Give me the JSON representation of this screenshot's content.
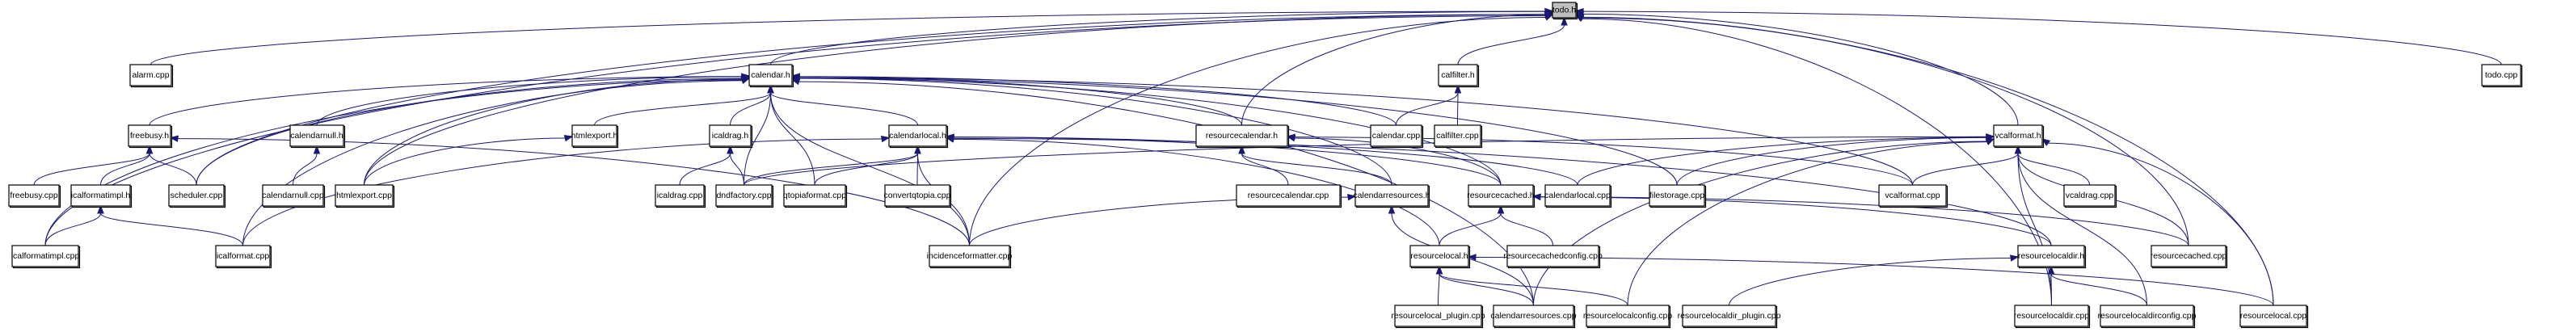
{
  "diagram": {
    "type": "include-dependency-graph",
    "title": "todo.h",
    "colors": {
      "edge": "#191970",
      "focus_fill": "#bfbfbf",
      "node_fill": "#ffffff",
      "node_border": "#000000"
    },
    "nodes": [
      {
        "id": "todo_h",
        "label": "todo.h",
        "focus": true
      },
      {
        "id": "alarm_cpp",
        "label": "alarm.cpp"
      },
      {
        "id": "calendar_h",
        "label": "calendar.h"
      },
      {
        "id": "calfilter_h",
        "label": "calfilter.h"
      },
      {
        "id": "todo_cpp",
        "label": "todo.cpp"
      },
      {
        "id": "freebusy_h",
        "label": "freebusy.h"
      },
      {
        "id": "calendarnull_h",
        "label": "calendarnull.h"
      },
      {
        "id": "htmlexport_h",
        "label": "htmlexport.h"
      },
      {
        "id": "icaldrag_h",
        "label": "icaldrag.h"
      },
      {
        "id": "calendarlocal_h",
        "label": "calendarlocal.h"
      },
      {
        "id": "resourcecalendar_h",
        "label": "resourcecalendar.h"
      },
      {
        "id": "calendar_cpp",
        "label": "calendar.cpp"
      },
      {
        "id": "calfilter_cpp",
        "label": "calfilter.cpp"
      },
      {
        "id": "vcalformat_h",
        "label": "vcalformat.h"
      },
      {
        "id": "freebusy_cpp",
        "label": "freebusy.cpp"
      },
      {
        "id": "icalformatimpl_h",
        "label": "icalformatimpl.h"
      },
      {
        "id": "scheduler_cpp",
        "label": "scheduler.cpp"
      },
      {
        "id": "calendarnull_cpp",
        "label": "calendarnull.cpp"
      },
      {
        "id": "htmlexport_cpp",
        "label": "htmlexport.cpp"
      },
      {
        "id": "icaldrag_cpp",
        "label": "icaldrag.cpp"
      },
      {
        "id": "dndfactory_cpp",
        "label": "dndfactory.cpp"
      },
      {
        "id": "qtopiaformat_cpp",
        "label": "qtopiaformat.cpp"
      },
      {
        "id": "convertqtopia_cpp",
        "label": "convertqtopia.cpp"
      },
      {
        "id": "resourcecalendar_cpp",
        "label": "resourcecalendar.cpp"
      },
      {
        "id": "calendarresources_h",
        "label": "calendarresources.h"
      },
      {
        "id": "resourcecached_h",
        "label": "resourcecached.h"
      },
      {
        "id": "calendarlocal_cpp",
        "label": "calendarlocal.cpp"
      },
      {
        "id": "filestorage_cpp",
        "label": "filestorage.cpp"
      },
      {
        "id": "vcalformat_cpp",
        "label": "vcalformat.cpp"
      },
      {
        "id": "vcaldrag_cpp",
        "label": "vcaldrag.cpp"
      },
      {
        "id": "icalformatimpl_cpp",
        "label": "icalformatimpl.cpp"
      },
      {
        "id": "icalformat_cpp",
        "label": "icalformat.cpp"
      },
      {
        "id": "incidenceformatter_cpp",
        "label": "incidenceformatter.cpp"
      },
      {
        "id": "resourcelocal_h",
        "label": "resourcelocal.h"
      },
      {
        "id": "resourcecachedconfig_cpp",
        "label": "resourcecachedconfig.cpp"
      },
      {
        "id": "resourcelocaldir_h",
        "label": "resourcelocaldir.h"
      },
      {
        "id": "resourcecached_cpp",
        "label": "resourcecached.cpp"
      },
      {
        "id": "resourcelocal_plugin_cpp",
        "label": "resourcelocal_plugin.cpp"
      },
      {
        "id": "calendarresources_cpp",
        "label": "calendarresources.cpp"
      },
      {
        "id": "resourcelocalconfig_cpp",
        "label": "resourcelocalconfig.cpp"
      },
      {
        "id": "resourcelocaldir_plugin_cpp",
        "label": "resourcelocaldir_plugin.cpp"
      },
      {
        "id": "resourcelocaldir_cpp",
        "label": "resourcelocaldir.cpp"
      },
      {
        "id": "resourcelocaldirconfig_cpp",
        "label": "resourcelocaldirconfig.cpp"
      },
      {
        "id": "resourcelocal_cpp",
        "label": "resourcelocal.cpp"
      }
    ],
    "edges": [
      [
        "alarm_cpp",
        "todo_h"
      ],
      [
        "calendar_h",
        "todo_h"
      ],
      [
        "calfilter_h",
        "todo_h"
      ],
      [
        "todo_cpp",
        "todo_h"
      ],
      [
        "vcalformat_h",
        "todo_h"
      ],
      [
        "resourcecalendar_h",
        "todo_h"
      ],
      [
        "scheduler_cpp",
        "todo_h"
      ],
      [
        "htmlexport_cpp",
        "todo_h"
      ],
      [
        "icalformatimpl_cpp",
        "todo_h"
      ],
      [
        "incidenceformatter_cpp",
        "todo_h"
      ],
      [
        "resourcecached_cpp",
        "todo_h"
      ],
      [
        "resourcelocaldir_cpp",
        "todo_h"
      ],
      [
        "resourcelocal_cpp",
        "todo_h"
      ],
      [
        "freebusy_h",
        "calendar_h"
      ],
      [
        "calendarnull_h",
        "calendar_h"
      ],
      [
        "htmlexport_h",
        "calendar_h"
      ],
      [
        "icaldrag_h",
        "calendar_h"
      ],
      [
        "calendarlocal_h",
        "calendar_h"
      ],
      [
        "resourcecalendar_h",
        "calendar_h"
      ],
      [
        "calendar_cpp",
        "calendar_h"
      ],
      [
        "scheduler_cpp",
        "calendar_h"
      ],
      [
        "htmlexport_cpp",
        "calendar_h"
      ],
      [
        "dndfactory_cpp",
        "calendar_h"
      ],
      [
        "qtopiaformat_cpp",
        "calendar_h"
      ],
      [
        "icalformat_cpp",
        "calendar_h"
      ],
      [
        "incidenceformatter_cpp",
        "calendar_h"
      ],
      [
        "calendarresources_h",
        "calendar_h"
      ],
      [
        "resourcecached_h",
        "calendar_h"
      ],
      [
        "filestorage_cpp",
        "calendar_h"
      ],
      [
        "vcalformat_cpp",
        "calendar_h"
      ],
      [
        "icalformatimpl_cpp",
        "calendar_h"
      ],
      [
        "calendarresources_cpp",
        "calendar_h"
      ],
      [
        "calendar_cpp",
        "calfilter_h"
      ],
      [
        "calfilter_cpp",
        "calfilter_h"
      ],
      [
        "freebusy_cpp",
        "freebusy_h"
      ],
      [
        "icalformatimpl_h",
        "freebusy_h"
      ],
      [
        "scheduler_cpp",
        "freebusy_h"
      ],
      [
        "incidenceformatter_cpp",
        "freebusy_h"
      ],
      [
        "calendarnull_cpp",
        "calendarnull_h"
      ],
      [
        "htmlexport_cpp",
        "htmlexport_h"
      ],
      [
        "icaldrag_cpp",
        "icaldrag_h"
      ],
      [
        "dndfactory_cpp",
        "icaldrag_h"
      ],
      [
        "icalformatimpl_cpp",
        "icalformatimpl_h"
      ],
      [
        "icalformat_cpp",
        "icalformatimpl_h"
      ],
      [
        "dndfactory_cpp",
        "calendarlocal_h"
      ],
      [
        "qtopiaformat_cpp",
        "calendarlocal_h"
      ],
      [
        "convertqtopia_cpp",
        "calendarlocal_h"
      ],
      [
        "icalformat_cpp",
        "calendarlocal_h"
      ],
      [
        "incidenceformatter_cpp",
        "calendarlocal_h"
      ],
      [
        "calendarlocal_cpp",
        "calendarlocal_h"
      ],
      [
        "resourcelocal_h",
        "calendarlocal_h"
      ],
      [
        "resourcecached_h",
        "calendarlocal_h"
      ],
      [
        "resourcelocaldir_h",
        "calendarlocal_h"
      ],
      [
        "resourcecalendar_cpp",
        "resourcecalendar_h"
      ],
      [
        "calendarresources_h",
        "resourcecalendar_h"
      ],
      [
        "resourcecached_h",
        "resourcecalendar_h"
      ],
      [
        "vcalformat_cpp",
        "resourcecalendar_h"
      ],
      [
        "incidenceformatter_cpp",
        "calendarresources_h"
      ],
      [
        "calendarresources_cpp",
        "calendarresources_h"
      ],
      [
        "resourcelocal_h",
        "resourcecached_h"
      ],
      [
        "resourcecachedconfig_cpp",
        "resourcecached_h"
      ],
      [
        "resourcelocaldir_h",
        "resourcecached_h"
      ],
      [
        "resourcecached_cpp",
        "resourcecached_h"
      ],
      [
        "resourcelocal_plugin_cpp",
        "resourcelocal_h"
      ],
      [
        "calendarresources_cpp",
        "resourcelocal_h"
      ],
      [
        "resourcelocalconfig_cpp",
        "resourcelocal_h"
      ],
      [
        "resourcelocal_cpp",
        "resourcelocal_h"
      ],
      [
        "resourcelocaldir_plugin_cpp",
        "resourcelocaldir_h"
      ],
      [
        "resourcelocaldir_cpp",
        "resourcelocaldir_h"
      ],
      [
        "resourcelocaldirconfig_cpp",
        "resourcelocaldir_h"
      ],
      [
        "dndfactory_cpp",
        "vcalformat_h"
      ],
      [
        "calendarlocal_cpp",
        "vcalformat_h"
      ],
      [
        "filestorage_cpp",
        "vcalformat_h"
      ],
      [
        "vcalformat_cpp",
        "vcalformat_h"
      ],
      [
        "vcaldrag_cpp",
        "vcalformat_h"
      ],
      [
        "calendarresources_cpp",
        "vcalformat_h"
      ],
      [
        "resourcelocaldir_cpp",
        "vcalformat_h"
      ],
      [
        "resourcelocalconfig_cpp",
        "vcalformat_h"
      ],
      [
        "resourcelocaldirconfig_cpp",
        "vcalformat_h"
      ],
      [
        "resourcelocal_cpp",
        "vcalformat_h"
      ],
      [
        "resourcecached_cpp",
        "vcalformat_h"
      ]
    ]
  }
}
